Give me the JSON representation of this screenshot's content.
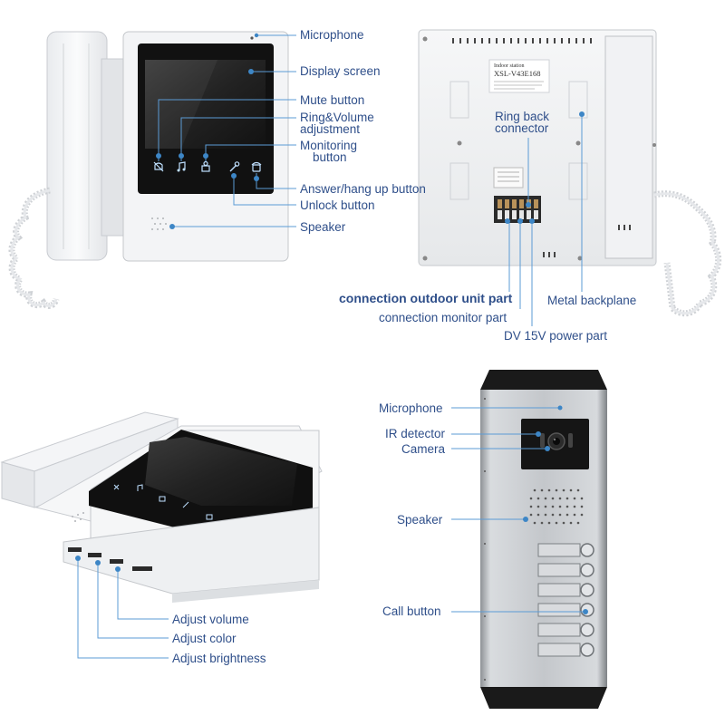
{
  "colors": {
    "label_text": "#2f4f8a",
    "callout_line": "#5b9bd5",
    "callout_dot": "#3d86c6",
    "panel_silver": "#c9ccd0",
    "panel_dark": "#1a1a1a",
    "monitor_body": "#f3f4f6"
  },
  "front_view": {
    "microphone": "Microphone",
    "display_screen": "Display screen",
    "mute_button": "Mute button",
    "ring_volume_line1": "Ring&Volume",
    "ring_volume_line2": "adjustment",
    "monitoring_line1": "Monitoring",
    "monitoring_line2": "button",
    "answer_hangup": "Answer/hang up button",
    "unlock_button": "Unlock button",
    "speaker": "Speaker"
  },
  "back_view": {
    "plate_line1": "Indoor station",
    "plate_line2": "XSL-V43E168",
    "ring_back_line1": "Ring back",
    "ring_back_line2": "connector",
    "outdoor_unit": "connection outdoor unit part",
    "monitor_part": "connection monitor part",
    "power_part": "DV 15V power part",
    "metal_backplane": "Metal backplane"
  },
  "side_view": {
    "adjust_volume": "Adjust volume",
    "adjust_color": "Adjust color",
    "adjust_brightness": "Adjust brightness"
  },
  "door_panel": {
    "microphone": "Microphone",
    "ir_detector": "IR detector",
    "camera": "Camera",
    "speaker": "Speaker",
    "call_button": "Call button",
    "call_button_count": 6
  },
  "icons": {
    "front_buttons": [
      "mute-icon",
      "music-note-icon",
      "monitor-person-icon",
      "unlock-key-icon",
      "phone-icon"
    ]
  }
}
